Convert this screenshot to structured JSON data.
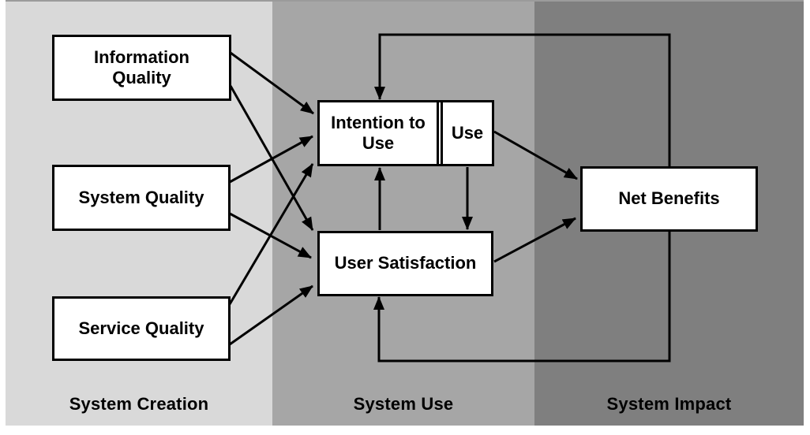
{
  "diagram": {
    "bands": [
      {
        "label": "System Creation",
        "color": "#d9d9d9"
      },
      {
        "label": "System Use",
        "color": "#a6a6a6"
      },
      {
        "label": "System Impact",
        "color": "#7f7f7f"
      }
    ],
    "nodes": {
      "information_quality": {
        "label": "Information\nQuality"
      },
      "system_quality": {
        "label": "System Quality"
      },
      "service_quality": {
        "label": "Service Quality"
      },
      "intention_to_use": {
        "label": "Intention to\nUse"
      },
      "use": {
        "label": "Use"
      },
      "user_satisfaction": {
        "label": "User Satisfaction"
      },
      "net_benefits": {
        "label": "Net Benefits"
      }
    },
    "edges": [
      {
        "from": "information_quality",
        "to": "intention_to_use"
      },
      {
        "from": "information_quality",
        "to": "user_satisfaction"
      },
      {
        "from": "system_quality",
        "to": "intention_to_use"
      },
      {
        "from": "system_quality",
        "to": "user_satisfaction"
      },
      {
        "from": "service_quality",
        "to": "intention_to_use"
      },
      {
        "from": "service_quality",
        "to": "user_satisfaction"
      },
      {
        "from": "use",
        "to": "net_benefits"
      },
      {
        "from": "user_satisfaction",
        "to": "net_benefits"
      },
      {
        "from": "user_satisfaction",
        "to": "intention_to_use"
      },
      {
        "from": "use",
        "to": "user_satisfaction"
      },
      {
        "from": "net_benefits",
        "to": "intention_to_use"
      },
      {
        "from": "net_benefits",
        "to": "user_satisfaction"
      }
    ],
    "colors": {
      "box_fill": "#ffffff",
      "box_border": "#000000",
      "arrow": "#000000",
      "text": "#000000",
      "page_background": "#ffffff"
    }
  }
}
